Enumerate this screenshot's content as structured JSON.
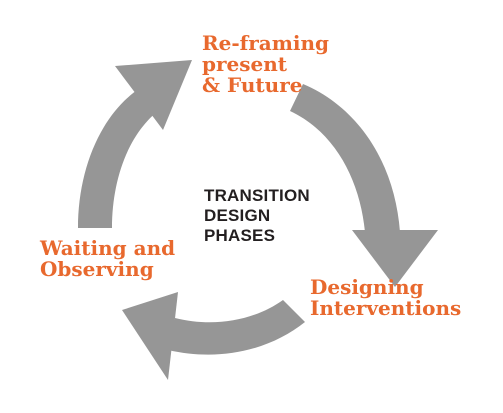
{
  "title": {
    "lines": [
      "TRANSITION",
      "DESIGN",
      "PHASES"
    ],
    "color": "#231f20"
  },
  "phases": [
    {
      "lines": [
        "Re-framing",
        "present",
        "& Future"
      ]
    },
    {
      "lines": [
        "Designing",
        "Interventions"
      ]
    },
    {
      "lines": [
        "Waiting and",
        "Observing"
      ]
    }
  ],
  "colors": {
    "label": "#e8692e",
    "arrow": "#969696"
  }
}
